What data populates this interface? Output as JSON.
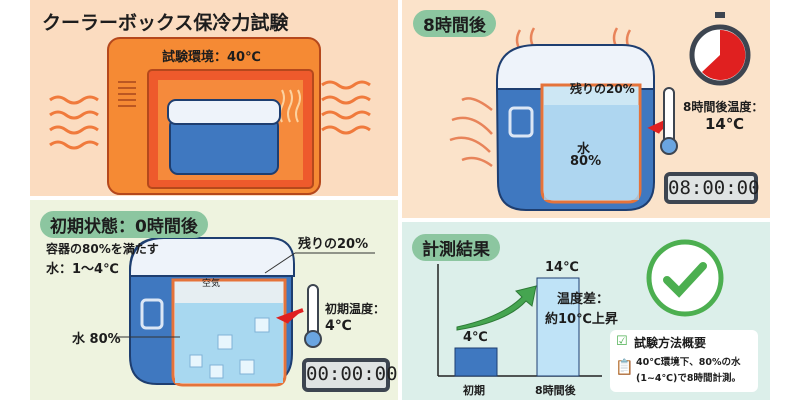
{
  "title": "クーラーボックス保冷力試験",
  "environment": {
    "label": "試験環境：40℃"
  },
  "after": {
    "badge": "8時間後",
    "air_label": "残りの20%",
    "water_label": "水",
    "water_pct": "80%",
    "temp_label": "8時間後温度：",
    "temp_value": "14℃",
    "timer": "08:00:00"
  },
  "initial": {
    "badge": "初期状態：0時間後",
    "desc_line1": "容器の80%を満たす",
    "desc_line2": "水：1〜4℃",
    "air_label": "残りの20%",
    "air_word": "空気",
    "water_label": "水 80%",
    "temp_label": "初期温度：",
    "temp_value": "4℃",
    "timer": "00:00:00"
  },
  "result": {
    "badge": "計測結果",
    "diff_line1": "温度差：",
    "diff_line2": "約10℃上昇",
    "summary_title": "試験方法概要",
    "summary_line1": "40℃環境下、80%の水",
    "summary_line2": "(1~4℃)で8時間計測。"
  },
  "chart_data": {
    "type": "bar",
    "categories": [
      "初期",
      "8時間後"
    ],
    "values": [
      4,
      14
    ],
    "value_labels": [
      "4℃",
      "14℃"
    ],
    "ylim": [
      0,
      16
    ]
  },
  "colors": {
    "peach": "#fbdcc0",
    "green_bg": "#eef3df",
    "teal_bg": "#dcefea",
    "accent_green": "#8cc6a0",
    "cooler_blue": "#3f78c0",
    "red": "#e02020"
  }
}
